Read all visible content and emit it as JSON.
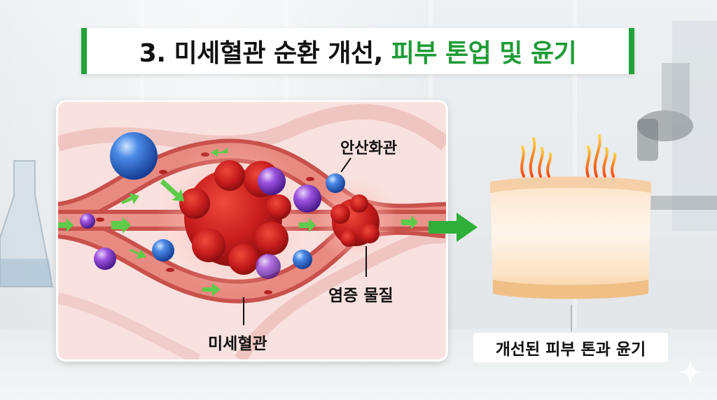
{
  "title": {
    "part1": "3. 미세혈관 순환 개선,",
    "part2": "피부 톤업 및 윤기"
  },
  "labels": {
    "antioxidant": "안산화관",
    "inflammation": "염증 물질",
    "capillary": "미세혈관",
    "skin_result": "개선된 피부 톤과 윤기"
  },
  "colors": {
    "accent_green": "#22a33a",
    "vessel": "#d9534f",
    "cell_red": "#c81d1d",
    "blue_sphere": "#2f6fd6",
    "purple_sphere": "#8a3fd1",
    "skin": "#fde8cf"
  },
  "icons": {
    "flow_arrow": "green-arrow-icon",
    "warmth": "flame-icon"
  }
}
